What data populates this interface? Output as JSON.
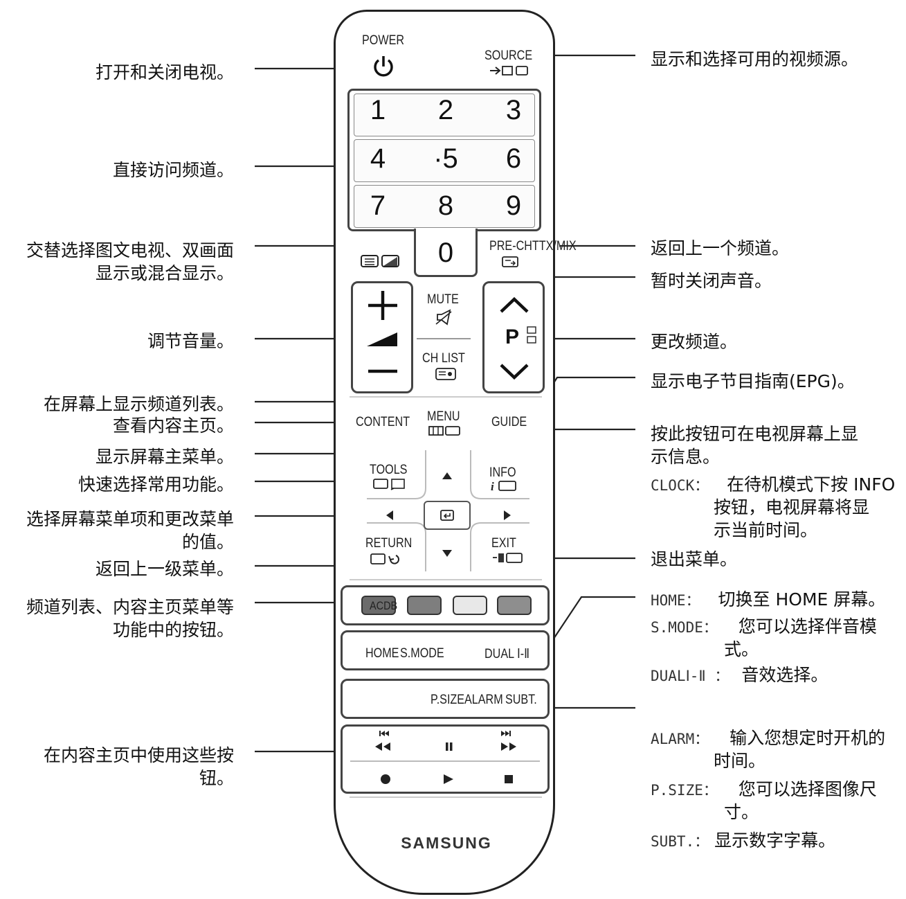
{
  "left_labels": [
    "打开和关闭电视。",
    "直接访问频道。",
    "交替选择图文电视、双画面\n显示或混合显示。",
    "调节音量。",
    "在屏幕上显示频道列表。",
    "查看内容主页。",
    "显示屏幕主菜单。",
    "快速选择常用功能。",
    "选择屏幕菜单项和更改菜单\n的值。",
    "返回上一级菜单。",
    "频道列表、内容主页菜单等\n功能中的按钮。",
    "在内容主页中使用这些按\n钮。"
  ],
  "right_labels": {
    "source": "显示和选择可用的视频源。",
    "prech": "返回上一个频道。",
    "mute": "暂时关闭声音。",
    "channel": "更改频道。",
    "guide": "显示电子节目指南(EPG)。",
    "info": "按此按钮可在电视屏幕上显\n示信息。",
    "clock_key": "CLOCK：",
    "clock_text": "在待机模式下按 INFO",
    "clock_text2": "按钮，电视屏幕将显",
    "clock_text3": "示当前时间。",
    "exit": "退出菜单。",
    "home_key": "HOME：",
    "home_text": "切换至 HOME 屏幕。",
    "smode_key": "S.MODE：",
    "smode_text": "您可以选择伴音模",
    "smode_text2": "式。",
    "dual_key": "DUALⅠ-Ⅱ ：",
    "dual_text": "音效选择。",
    "alarm_key": "ALARM：",
    "alarm_text": "输入您想定时开机的",
    "alarm_text2": "时间。",
    "psize_key": "P.SIZE：",
    "psize_text": "您可以选择图像尺",
    "psize_text2": "寸。",
    "subt_key": "SUBT.：",
    "subt_text": "显示数字字幕。"
  },
  "remote": {
    "power": "POWER",
    "source": "SOURCE",
    "numbers": [
      "1",
      "2",
      "3",
      "4",
      "·5",
      "6",
      "7",
      "8",
      "9",
      "0"
    ],
    "prech": "PRE-CH",
    "ttx": "TTX/MIX",
    "mute": "MUTE",
    "p": "P",
    "chlist": "CH LIST",
    "content": "CONTENT",
    "menu": "MENU",
    "guide": "GUIDE",
    "tools": "TOOLS",
    "info": "INFO",
    "return": "RETURN",
    "exit": "EXIT",
    "color_abcd": "ACDB",
    "home": "HOME",
    "smode": "S.MODE",
    "dual": "DUAL Ⅰ-Ⅱ",
    "psize": "P.SIZE",
    "alarm": "ALARM",
    "subt": "SUBT.",
    "brand": "SAMSUNG"
  }
}
